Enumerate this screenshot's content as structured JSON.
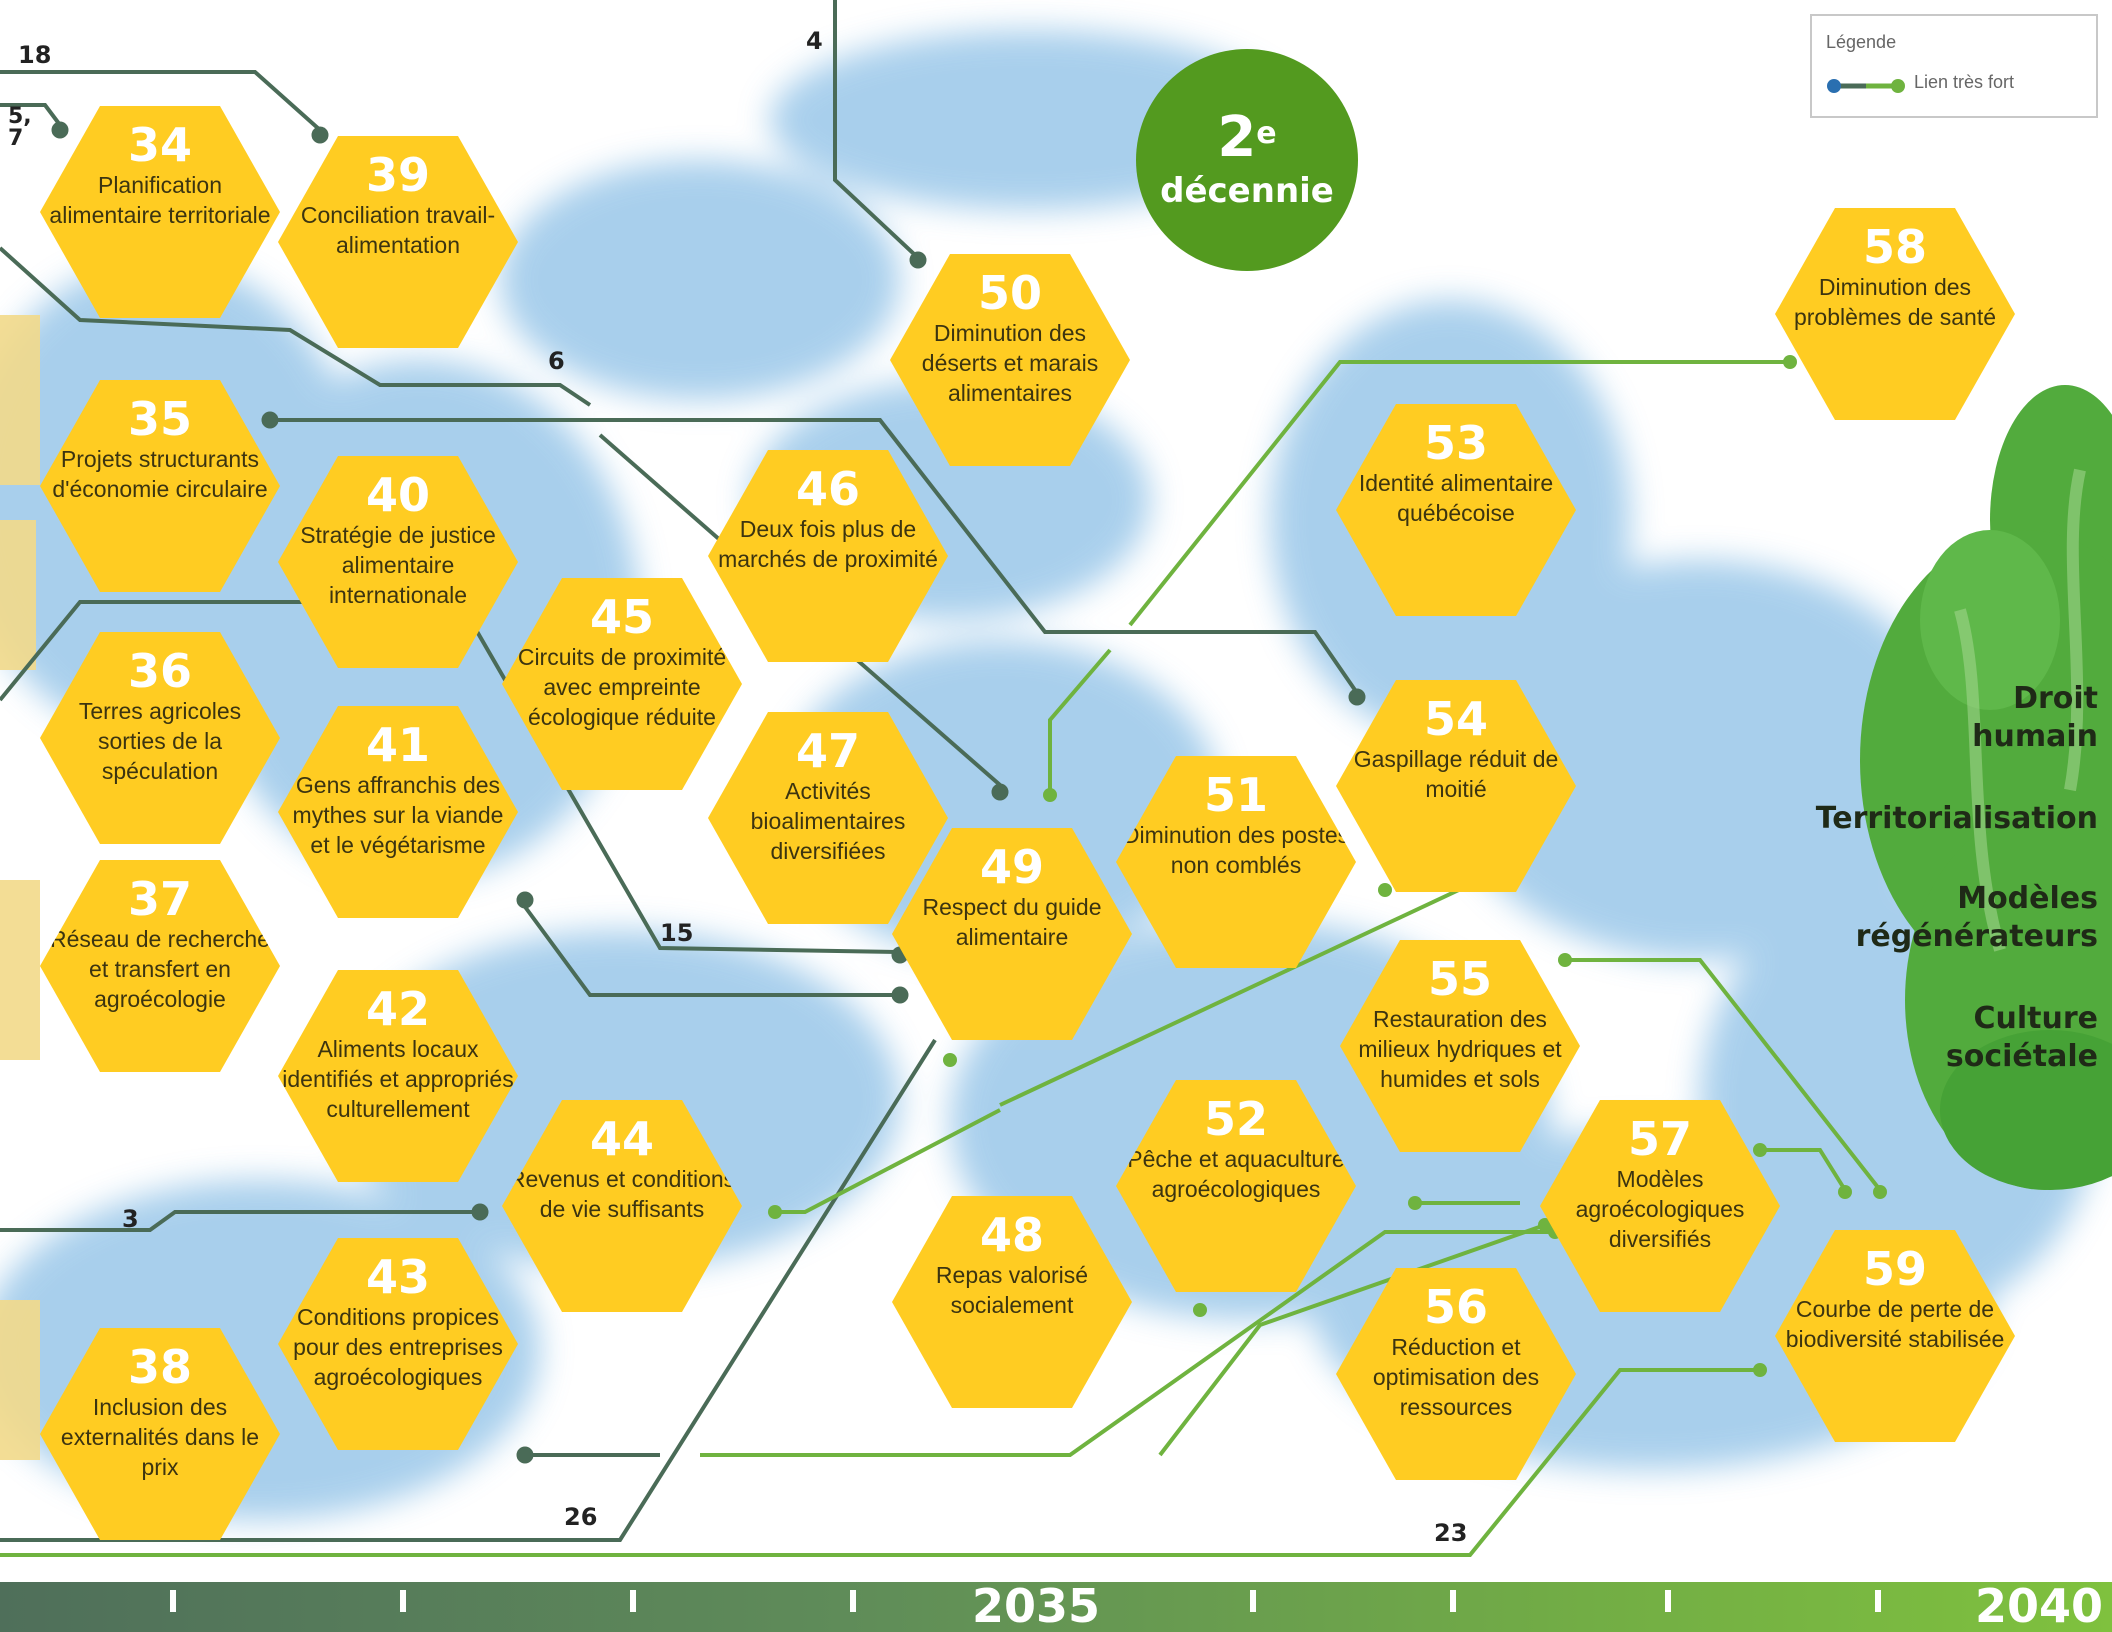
{
  "badge": {
    "number": "2",
    "suffix": "e",
    "label": "décennie"
  },
  "legend": {
    "title": "Légende",
    "item": "Lien très fort"
  },
  "colors": {
    "hexagon": "#ffcc22",
    "hexagon_number": "#ffffff",
    "link_dark": "#4a6b57",
    "link_green": "#6fb33f",
    "badge": "#539a1f",
    "water": "#7fb6df",
    "land_green": "#4fa83d"
  },
  "goals": [
    {
      "id": "34",
      "label": "Planification alimentaire territoriale"
    },
    {
      "id": "35",
      "label": "Projets structurants d'économie circulaire"
    },
    {
      "id": "36",
      "label": "Terres agricoles sorties de la spéculation"
    },
    {
      "id": "37",
      "label": "Réseau de recherche et transfert en agroécologie"
    },
    {
      "id": "38",
      "label": "Inclusion des externalités dans le prix"
    },
    {
      "id": "39",
      "label": "Conciliation travail-alimentation"
    },
    {
      "id": "40",
      "label": "Stratégie de justice alimentaire internationale"
    },
    {
      "id": "41",
      "label": "Gens affranchis des mythes sur la viande et le végétarisme"
    },
    {
      "id": "42",
      "label": "Aliments locaux identifiés et appropriés culturellement"
    },
    {
      "id": "43",
      "label": "Conditions propices pour des entreprises agroécologiques"
    },
    {
      "id": "44",
      "label": "Revenus et conditions de vie suffisants"
    },
    {
      "id": "45",
      "label": "Circuits de proximité avec empreinte écologique réduite"
    },
    {
      "id": "46",
      "label": "Deux fois plus de marchés de proximité"
    },
    {
      "id": "47",
      "label": "Activités bioalimentaires diversifiées"
    },
    {
      "id": "48",
      "label": "Repas valorisé socialement"
    },
    {
      "id": "49",
      "label": "Respect du guide alimentaire"
    },
    {
      "id": "50",
      "label": "Diminution des déserts et marais alimentaires"
    },
    {
      "id": "51",
      "label": "Diminution des postes non comblés"
    },
    {
      "id": "52",
      "label": "Pêche et aquaculture agroécologiques"
    },
    {
      "id": "53",
      "label": "Identité alimentaire québécoise"
    },
    {
      "id": "54",
      "label": "Gaspillage réduit de moitié"
    },
    {
      "id": "55",
      "label": "Restauration des milieux hydriques et humides et sols"
    },
    {
      "id": "56",
      "label": "Réduction et optimisation des ressources"
    },
    {
      "id": "57",
      "label": "Modèles agroécologiques diversifiés"
    },
    {
      "id": "58",
      "label": "Diminution des problèmes de santé"
    },
    {
      "id": "59",
      "label": "Courbe de perte de biodiversité stabilisée"
    }
  ],
  "edge_labels": [
    "18",
    "5,\n7",
    "4",
    "6",
    "15",
    "3",
    "26",
    "23"
  ],
  "values": [
    "Droit\nhumain",
    "Territorialisation",
    "Modèles\nrégénérateurs",
    "Culture\nsociétale"
  ],
  "timeline": {
    "years": [
      "2035",
      "2040"
    ]
  }
}
